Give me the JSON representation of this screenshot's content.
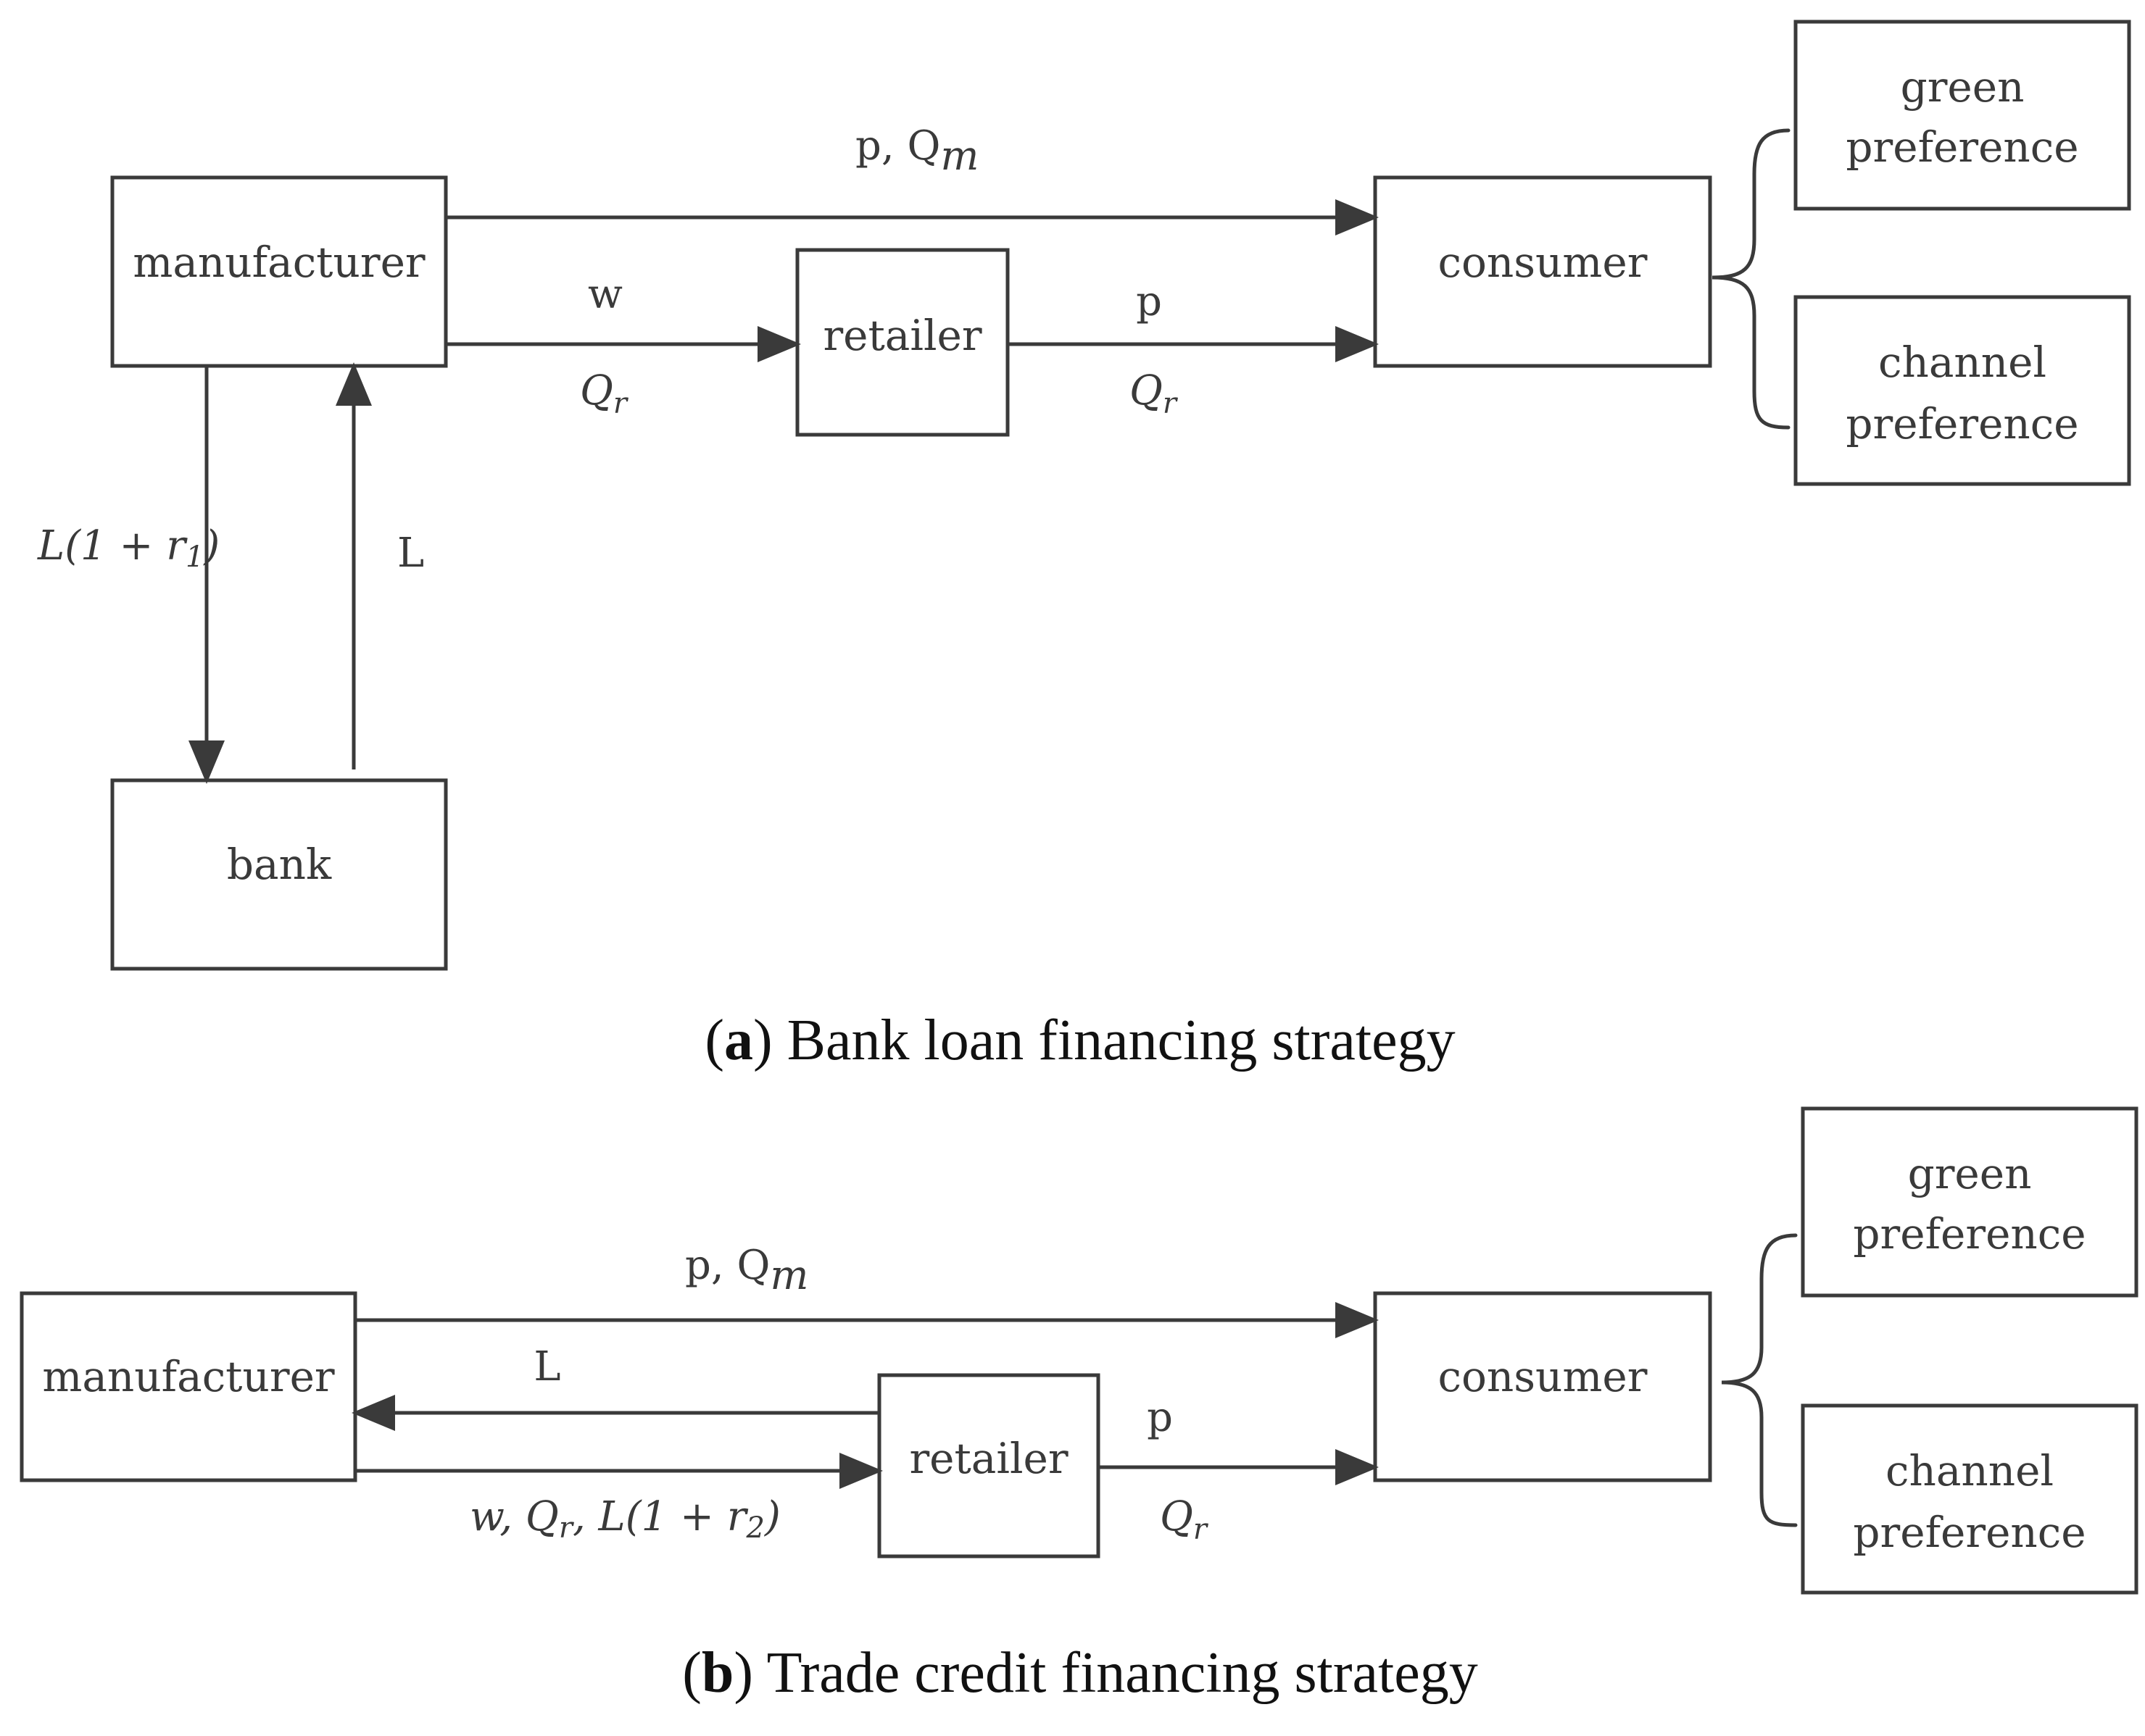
{
  "panel_a": {
    "nodes": {
      "manufacturer": "manufacturer",
      "retailer": "retailer",
      "consumer": "consumer",
      "bank": "bank",
      "green_line1": "green",
      "green_line2": "preference",
      "channel_line1": "channel",
      "channel_line2": "preference"
    },
    "edges": {
      "mfr_to_consumer": "p,  Q",
      "mfr_to_consumer_sub": "m",
      "mfr_to_retailer_top": "w",
      "mfr_to_retailer_bottom": "Q",
      "mfr_to_retailer_bottom_sub": "r",
      "retailer_to_consumer_top": "p",
      "retailer_to_consumer_bottom": "Q",
      "retailer_to_consumer_bottom_sub": "r",
      "mfr_to_bank": "L(1 + r",
      "mfr_to_bank_sub": "1",
      "mfr_to_bank_close": ")",
      "bank_to_mfr": "L"
    },
    "caption_letter": "a",
    "caption_open": "(",
    "caption_close": ")",
    "caption_text": " Bank loan financing strategy"
  },
  "panel_b": {
    "nodes": {
      "manufacturer": "manufacturer",
      "retailer": "retailer",
      "consumer": "consumer",
      "green_line1": "green",
      "green_line2": "preference",
      "channel_line1": "channel",
      "channel_line2": "preference"
    },
    "edges": {
      "mfr_to_consumer": "p,   Q",
      "mfr_to_consumer_sub": "m",
      "retailer_to_mfr": "L",
      "mfr_to_retailer": "w, Q",
      "mfr_to_retailer_sub1": "r",
      "mfr_to_retailer_mid": ", L(1 + r",
      "mfr_to_retailer_sub2": "2",
      "mfr_to_retailer_close": ")",
      "retailer_to_consumer_top": "p",
      "retailer_to_consumer_bottom": "Q",
      "retailer_to_consumer_bottom_sub": "r"
    },
    "caption_letter": "b",
    "caption_open": "(",
    "caption_close": ")",
    "caption_text": " Trade credit financing strategy"
  }
}
